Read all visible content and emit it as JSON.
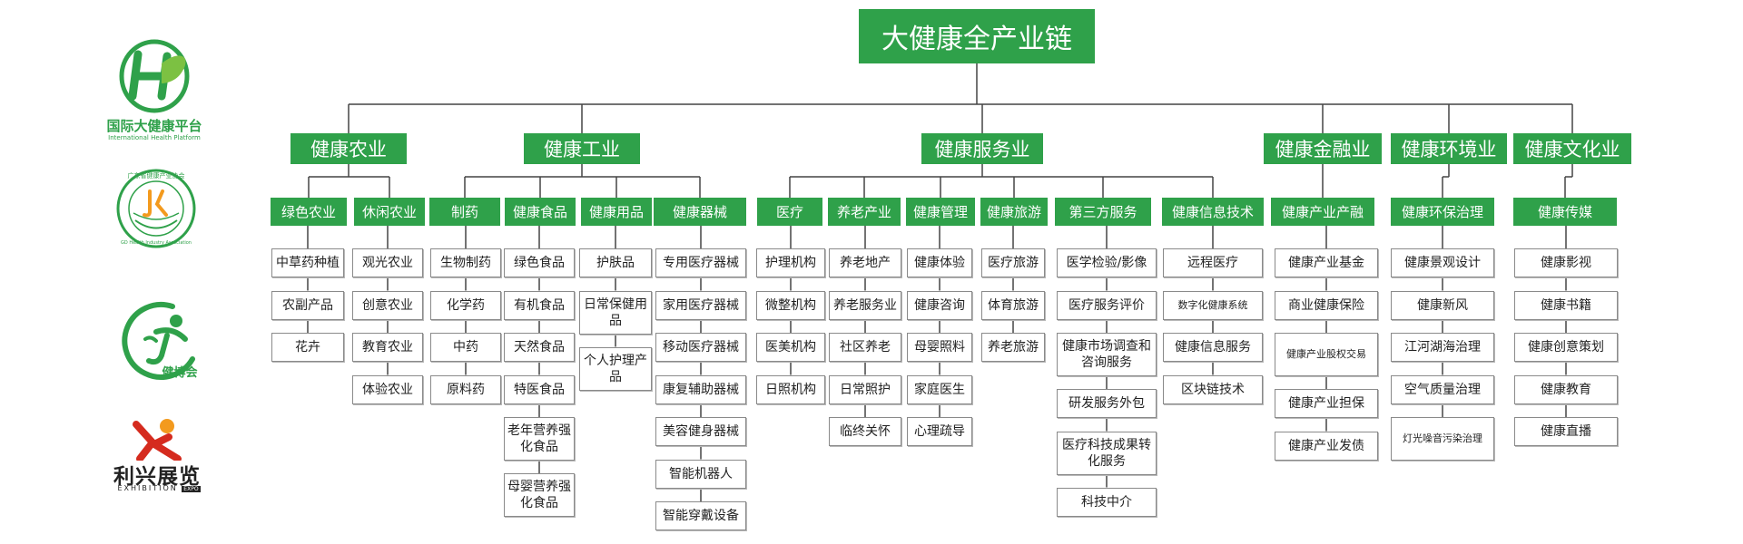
{
  "colors": {
    "green": "#2fa14a",
    "line": "#444444",
    "brand_red": "#d52b1e",
    "brand_orange": "#f39a1e"
  },
  "logos": {
    "ihp": {
      "name": "国际大健康平台",
      "sub": "International Health Platform"
    },
    "assoc": {
      "name": "广东省健康产业协会",
      "sub": "GD Health Industry Association"
    },
    "jbh": {
      "name": "健博会"
    },
    "lixing": {
      "name": "利兴展览",
      "sub": "EXHIBITION",
      "badge": "EXPO"
    }
  },
  "root": "大健康全产业链",
  "industries": [
    {
      "name": "健康农业",
      "subs": [
        {
          "name": "绿色农业",
          "items": [
            "中草药种植",
            "农副产品",
            "花卉"
          ]
        },
        {
          "name": "休闲农业",
          "items": [
            "观光农业",
            "创意农业",
            "教育农业",
            "体验农业"
          ]
        }
      ]
    },
    {
      "name": "健康工业",
      "subs": [
        {
          "name": "制药",
          "items": [
            "生物制药",
            "化学药",
            "中药",
            "原料药"
          ]
        },
        {
          "name": "健康食品",
          "items": [
            "绿色食品",
            "有机食品",
            "天然食品",
            "特医食品",
            "老年营养强化食品",
            "母婴营养强化食品"
          ]
        },
        {
          "name": "健康用品",
          "items": [
            "护肤品",
            "日常保健用品",
            "个人护理产品"
          ]
        },
        {
          "name": "健康器械",
          "items": [
            "专用医疗器械",
            "家用医疗器械",
            "移动医疗器械",
            "康复辅助器械",
            "美容健身器械",
            "智能机器人",
            "智能穿戴设备"
          ]
        }
      ]
    },
    {
      "name": "健康服务业",
      "subs": [
        {
          "name": "医疗",
          "items": [
            "护理机构",
            "微整机构",
            "医美机构",
            "日照机构"
          ]
        },
        {
          "name": "养老产业",
          "items": [
            "养老地产",
            "养老服务业",
            "社区养老",
            "日常照护",
            "临终关怀"
          ]
        },
        {
          "name": "健康管理",
          "items": [
            "健康体验",
            "健康咨询",
            "母婴照料",
            "家庭医生",
            "心理疏导"
          ]
        },
        {
          "name": "健康旅游",
          "items": [
            "医疗旅游",
            "体育旅游",
            "养老旅游"
          ]
        },
        {
          "name": "第三方服务",
          "items": [
            "医学检验/影像",
            "医疗服务评价",
            "健康市场调查和咨询服务",
            "研发服务外包",
            "医疗科技成果转化服务",
            "科技中介"
          ]
        },
        {
          "name": "健康信息技术",
          "items": [
            "远程医疗",
            "数字化健康系统",
            "健康信息服务",
            "区块链技术"
          ]
        }
      ]
    },
    {
      "name": "健康金融业",
      "subs": [
        {
          "name": "健康产业产融",
          "items": [
            "健康产业基金",
            "商业健康保险",
            "健康产业股权交易",
            "健康产业担保",
            "健康产业发债"
          ]
        }
      ]
    },
    {
      "name": "健康环境业",
      "subs": [
        {
          "name": "健康环保治理",
          "items": [
            "健康景观设计",
            "健康新风",
            "江河湖海治理",
            "空气质量治理",
            "灯光噪音污染治理"
          ]
        }
      ]
    },
    {
      "name": "健康文化业",
      "subs": [
        {
          "name": "健康传媒",
          "items": [
            "健康影视",
            "健康书籍",
            "健康创意策划",
            "健康教育",
            "健康直播"
          ]
        }
      ]
    }
  ]
}
